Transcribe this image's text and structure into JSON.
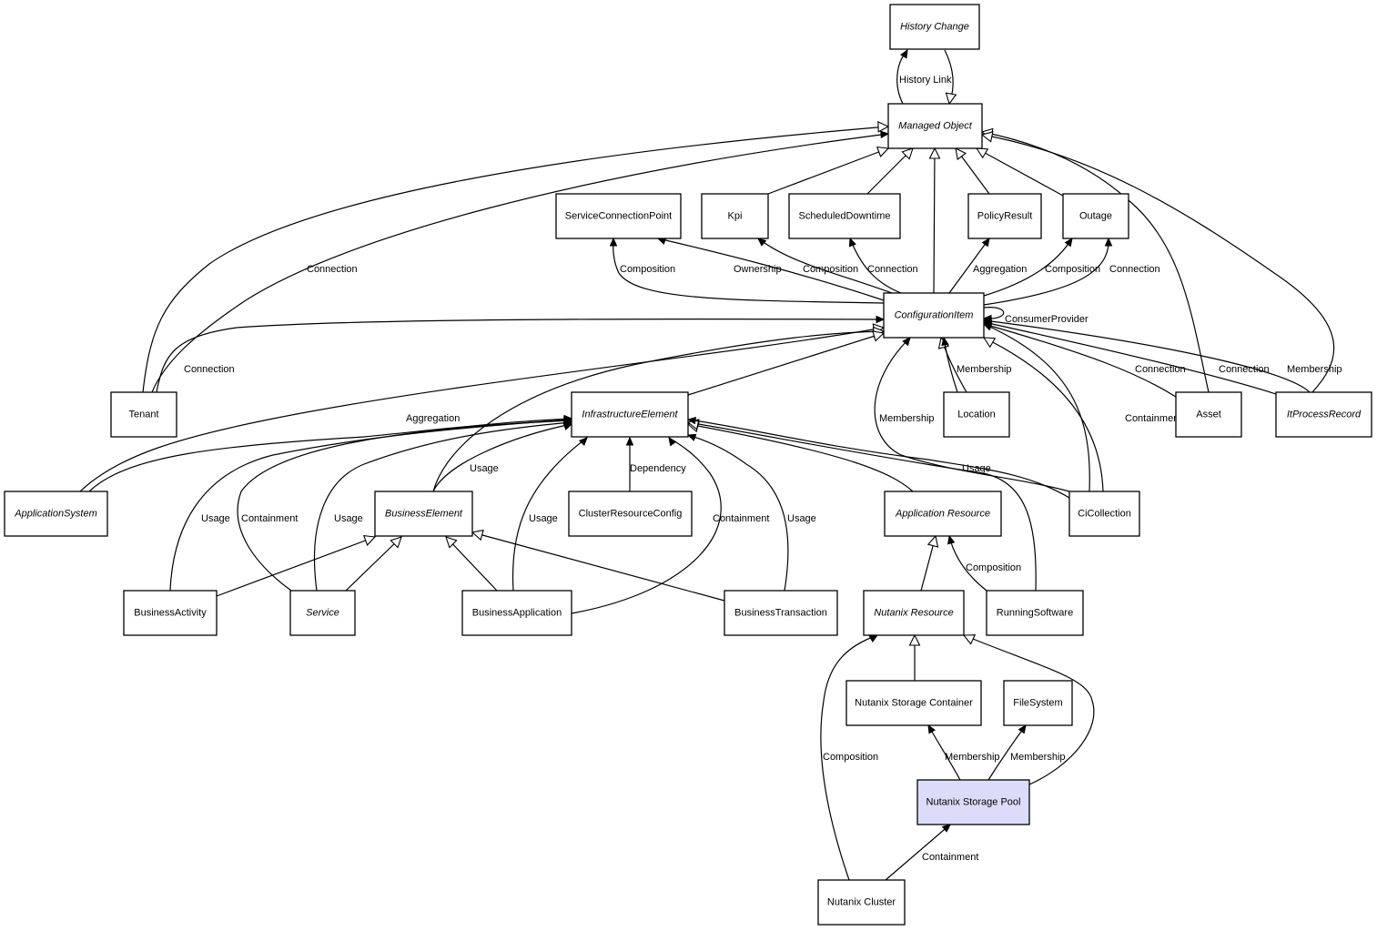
{
  "diagram": {
    "title": "Class relationship diagram",
    "highlight_color": "#dcdcfa",
    "nodes": [
      {
        "id": "HistoryChange",
        "label": "History Change",
        "abstract": true
      },
      {
        "id": "ManagedObject",
        "label": "Managed Object",
        "abstract": true
      },
      {
        "id": "ServiceConnectionPoint",
        "label": "ServiceConnectionPoint",
        "abstract": false
      },
      {
        "id": "Kpi",
        "label": "Kpi",
        "abstract": false
      },
      {
        "id": "ScheduledDowntime",
        "label": "ScheduledDowntime",
        "abstract": false
      },
      {
        "id": "PolicyResult",
        "label": "PolicyResult",
        "abstract": false
      },
      {
        "id": "Outage",
        "label": "Outage",
        "abstract": false
      },
      {
        "id": "ConfigurationItem",
        "label": "ConfigurationItem",
        "abstract": true
      },
      {
        "id": "Tenant",
        "label": "Tenant",
        "abstract": false
      },
      {
        "id": "InfrastructureElement",
        "label": "InfrastructureElement",
        "abstract": true
      },
      {
        "id": "Location",
        "label": "Location",
        "abstract": false
      },
      {
        "id": "Asset",
        "label": "Asset",
        "abstract": false
      },
      {
        "id": "ItProcessRecord",
        "label": "ItProcessRecord",
        "abstract": true
      },
      {
        "id": "ApplicationSystem",
        "label": "ApplicationSystem",
        "abstract": true
      },
      {
        "id": "BusinessElement",
        "label": "BusinessElement",
        "abstract": true
      },
      {
        "id": "ClusterResourceConfig",
        "label": "ClusterResourceConfig",
        "abstract": false
      },
      {
        "id": "ApplicationResource",
        "label": "Application Resource",
        "abstract": true
      },
      {
        "id": "CiCollection",
        "label": "CiCollection",
        "abstract": false
      },
      {
        "id": "BusinessActivity",
        "label": "BusinessActivity",
        "abstract": false
      },
      {
        "id": "Service",
        "label": "Service",
        "abstract": true
      },
      {
        "id": "BusinessApplication",
        "label": "BusinessApplication",
        "abstract": false
      },
      {
        "id": "BusinessTransaction",
        "label": "BusinessTransaction",
        "abstract": false
      },
      {
        "id": "NutanixResource",
        "label": "Nutanix Resource",
        "abstract": true
      },
      {
        "id": "RunningSoftware",
        "label": "RunningSoftware",
        "abstract": false
      },
      {
        "id": "NutanixStorageContainer",
        "label": "Nutanix Storage Container",
        "abstract": false
      },
      {
        "id": "FileSystem",
        "label": "FileSystem",
        "abstract": false
      },
      {
        "id": "NutanixStoragePool",
        "label": "Nutanix Storage Pool",
        "abstract": false,
        "highlight": true
      },
      {
        "id": "NutanixCluster",
        "label": "Nutanix Cluster",
        "abstract": false
      }
    ],
    "edges": [
      {
        "from": "ManagedObject",
        "to": "HistoryChange",
        "kind": "association",
        "label": "History Link"
      },
      {
        "from": "HistoryChange",
        "to": "ManagedObject",
        "kind": "inheritance",
        "label": ""
      },
      {
        "from": "Tenant",
        "to": "ManagedObject",
        "kind": "inheritance",
        "label": ""
      },
      {
        "from": "Tenant",
        "to": "ManagedObject",
        "kind": "association",
        "label": "Connection"
      },
      {
        "from": "Kpi",
        "to": "ManagedObject",
        "kind": "inheritance",
        "label": ""
      },
      {
        "from": "ScheduledDowntime",
        "to": "ManagedObject",
        "kind": "inheritance",
        "label": ""
      },
      {
        "from": "ConfigurationItem",
        "to": "ManagedObject",
        "kind": "inheritance",
        "label": ""
      },
      {
        "from": "PolicyResult",
        "to": "ManagedObject",
        "kind": "inheritance",
        "label": ""
      },
      {
        "from": "Outage",
        "to": "ManagedObject",
        "kind": "inheritance",
        "label": ""
      },
      {
        "from": "Asset",
        "to": "ManagedObject",
        "kind": "inheritance",
        "label": ""
      },
      {
        "from": "ItProcessRecord",
        "to": "ManagedObject",
        "kind": "inheritance",
        "label": ""
      },
      {
        "from": "ConfigurationItem",
        "to": "ServiceConnectionPoint",
        "kind": "association",
        "label": "Composition"
      },
      {
        "from": "ConfigurationItem",
        "to": "ServiceConnectionPoint",
        "kind": "association",
        "label": "Ownership"
      },
      {
        "from": "ConfigurationItem",
        "to": "Kpi",
        "kind": "association",
        "label": "Composition"
      },
      {
        "from": "ConfigurationItem",
        "to": "ScheduledDowntime",
        "kind": "association",
        "label": "Connection"
      },
      {
        "from": "ConfigurationItem",
        "to": "PolicyResult",
        "kind": "association",
        "label": "Aggregation"
      },
      {
        "from": "ConfigurationItem",
        "to": "Outage",
        "kind": "association",
        "label": "Composition"
      },
      {
        "from": "ConfigurationItem",
        "to": "Outage",
        "kind": "association",
        "label": "Connection"
      },
      {
        "from": "ConfigurationItem",
        "to": "ConfigurationItem",
        "kind": "association",
        "label": "ConsumerProvider"
      },
      {
        "from": "Tenant",
        "to": "ConfigurationItem",
        "kind": "association",
        "label": "Connection"
      },
      {
        "from": "ApplicationSystem",
        "to": "ConfigurationItem",
        "kind": "inheritance",
        "label": ""
      },
      {
        "from": "BusinessElement",
        "to": "ConfigurationItem",
        "kind": "inheritance",
        "label": ""
      },
      {
        "from": "InfrastructureElement",
        "to": "ConfigurationItem",
        "kind": "inheritance",
        "label": ""
      },
      {
        "from": "Location",
        "to": "ConfigurationItem",
        "kind": "inheritance",
        "label": ""
      },
      {
        "from": "Location",
        "to": "ConfigurationItem",
        "kind": "association",
        "label": "Membership"
      },
      {
        "from": "CiCollection",
        "to": "ConfigurationItem",
        "kind": "association",
        "label": "Membership"
      },
      {
        "from": "CiCollection",
        "to": "ConfigurationItem",
        "kind": "inheritance",
        "label": ""
      },
      {
        "from": "CiCollection",
        "to": "ConfigurationItem",
        "kind": "association",
        "label": "Containment"
      },
      {
        "from": "Asset",
        "to": "ConfigurationItem",
        "kind": "association",
        "label": "Connection"
      },
      {
        "from": "ItProcessRecord",
        "to": "ConfigurationItem",
        "kind": "association",
        "label": "Connection"
      },
      {
        "from": "ItProcessRecord",
        "to": "ConfigurationItem",
        "kind": "association",
        "label": "Membership"
      },
      {
        "from": "ApplicationSystem",
        "to": "InfrastructureElement",
        "kind": "association",
        "label": "Aggregation"
      },
      {
        "from": "BusinessActivity",
        "to": "InfrastructureElement",
        "kind": "association",
        "label": "Usage"
      },
      {
        "from": "Service",
        "to": "InfrastructureElement",
        "kind": "association",
        "label": "Containment"
      },
      {
        "from": "Service",
        "to": "InfrastructureElement",
        "kind": "association",
        "label": "Usage"
      },
      {
        "from": "BusinessElement",
        "to": "InfrastructureElement",
        "kind": "association",
        "label": "Usage"
      },
      {
        "from": "BusinessApplication",
        "to": "InfrastructureElement",
        "kind": "association",
        "label": "Usage"
      },
      {
        "from": "ClusterResourceConfig",
        "to": "InfrastructureElement",
        "kind": "association",
        "label": "Dependency"
      },
      {
        "from": "BusinessApplication",
        "to": "InfrastructureElement",
        "kind": "association",
        "label": "Containment"
      },
      {
        "from": "BusinessTransaction",
        "to": "InfrastructureElement",
        "kind": "association",
        "label": "Usage"
      },
      {
        "from": "ApplicationResource",
        "to": "InfrastructureElement",
        "kind": "inheritance",
        "label": ""
      },
      {
        "from": "RunningSoftware",
        "to": "InfrastructureElement",
        "kind": "inheritance",
        "label": ""
      },
      {
        "from": "CiCollection",
        "to": "InfrastructureElement",
        "kind": "association",
        "label": "Usage"
      },
      {
        "from": "BusinessActivity",
        "to": "BusinessElement",
        "kind": "inheritance",
        "label": ""
      },
      {
        "from": "Service",
        "to": "BusinessElement",
        "kind": "inheritance",
        "label": ""
      },
      {
        "from": "BusinessApplication",
        "to": "BusinessElement",
        "kind": "inheritance",
        "label": ""
      },
      {
        "from": "BusinessTransaction",
        "to": "BusinessElement",
        "kind": "inheritance",
        "label": ""
      },
      {
        "from": "NutanixResource",
        "to": "ApplicationResource",
        "kind": "inheritance",
        "label": ""
      },
      {
        "from": "RunningSoftware",
        "to": "ApplicationResource",
        "kind": "association",
        "label": "Composition"
      },
      {
        "from": "NutanixStorageContainer",
        "to": "NutanixResource",
        "kind": "inheritance",
        "label": ""
      },
      {
        "from": "NutanixStoragePool",
        "to": "NutanixResource",
        "kind": "inheritance",
        "label": ""
      },
      {
        "from": "NutanixCluster",
        "to": "NutanixResource",
        "kind": "association",
        "label": "Composition"
      },
      {
        "from": "NutanixStoragePool",
        "to": "NutanixStorageContainer",
        "kind": "association",
        "label": "Membership"
      },
      {
        "from": "NutanixStoragePool",
        "to": "FileSystem",
        "kind": "association",
        "label": "Membership"
      },
      {
        "from": "NutanixCluster",
        "to": "NutanixStoragePool",
        "kind": "association",
        "label": "Containment"
      }
    ]
  }
}
